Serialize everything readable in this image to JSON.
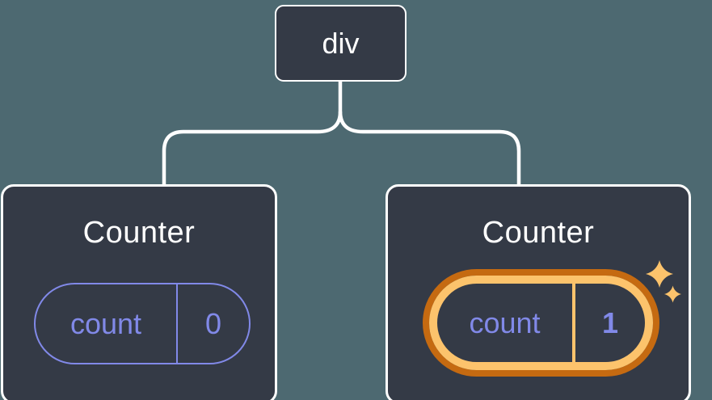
{
  "diagram": {
    "root_node": {
      "label": "div"
    },
    "child_nodes": [
      {
        "title": "Counter",
        "state_key": "count",
        "state_value": "0",
        "highlighted": false
      },
      {
        "title": "Counter",
        "state_key": "count",
        "state_value": "1",
        "highlighted": true
      }
    ]
  },
  "icons": {
    "sparkles": "sparkles-icon"
  },
  "colors": {
    "background": "#4d6971",
    "node_fill": "#343a46",
    "node_border": "#ffffff",
    "connector": "#ffffff",
    "state_accent": "#8189e8",
    "highlight_outer": "#c56a11",
    "highlight_inner": "#fcc36c",
    "title_text": "#ffffff"
  }
}
